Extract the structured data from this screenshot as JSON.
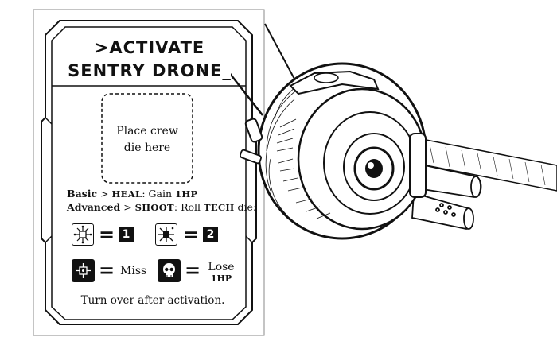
{
  "card": {
    "title_line1": ">ACTIVATE",
    "title_line2": "SENTRY DRONE_",
    "slot": {
      "line1": "Place crew",
      "line2": "die here"
    },
    "basic": {
      "label": "Basic",
      "arrow": ">",
      "action": "HEAL",
      "effect": ": Gain ",
      "amount": "1HP"
    },
    "advanced": {
      "label": "Advanced",
      "arrow": ">",
      "action": "SHOOT",
      "effect": ": Roll ",
      "die": "TECH",
      "effect_end": " die:"
    },
    "results": [
      {
        "icon": "circuit-outline-icon",
        "equals": "=",
        "value": "1"
      },
      {
        "icon": "circuit-filled-icon",
        "equals": "=",
        "value": "2"
      },
      {
        "icon": "chip-filled-icon",
        "equals": "=",
        "value": "Miss"
      },
      {
        "icon": "skull-icon",
        "equals": "=",
        "value": "Lose",
        "sub": "1HP"
      }
    ],
    "footer": "Turn over after activation."
  }
}
